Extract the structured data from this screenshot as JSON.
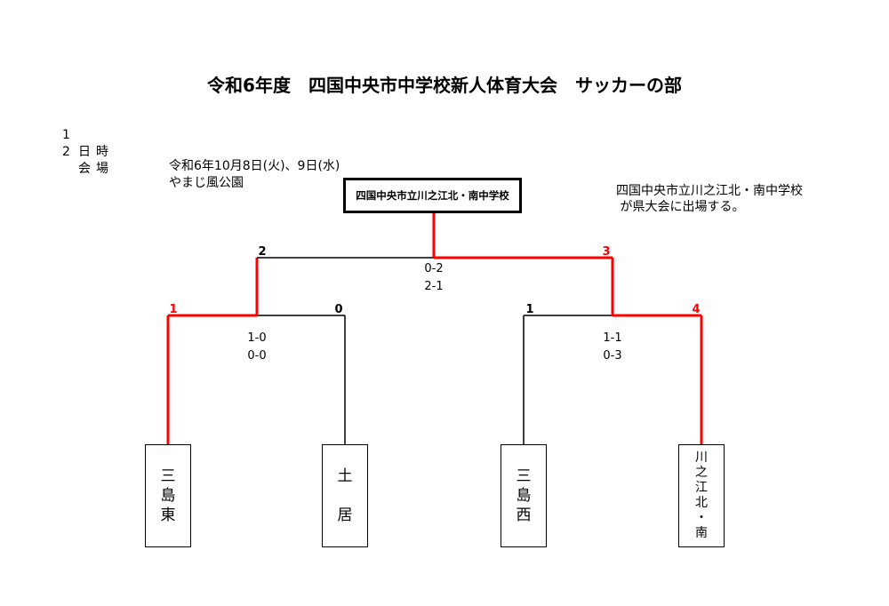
{
  "title": "令和6年度　四国中央市中学校新人体育大会　サッカーの部",
  "info": [
    {
      "num": "1",
      "key": "日時",
      "value": "令和6年10月8日(火)、9日(水)"
    },
    {
      "num": "2",
      "key": "会場",
      "value": "やまじ風公園"
    }
  ],
  "winner": "四国中央市立川之江北・南中学校",
  "note": [
    "四国中央市立川之江北・南中学校",
    " が県大会に出場する。"
  ],
  "teams": [
    {
      "chars": [
        "三",
        "島",
        "東"
      ]
    },
    {
      "chars": [
        "土",
        "",
        "居"
      ]
    },
    {
      "chars": [
        "三",
        "島",
        "西"
      ]
    },
    {
      "chars": [
        "川",
        "之",
        "江",
        "北",
        "・",
        "南"
      ]
    }
  ],
  "scores": {
    "t1": "1",
    "t2": "0",
    "t3": "1",
    "t4": "4",
    "final_left": "2",
    "final_right": "3"
  },
  "results": {
    "semi1": [
      "1-0",
      "0-0"
    ],
    "semi2": [
      "1-1",
      "0-3"
    ],
    "final": [
      "0-2",
      "2-1"
    ]
  },
  "colors": {
    "line": "#000000",
    "win": "#ff0000"
  }
}
